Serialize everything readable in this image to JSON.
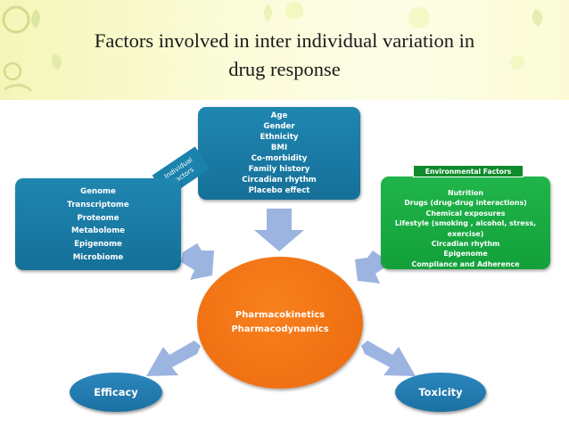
{
  "title_line1": "Factors involved in inter individual variation in",
  "title_line2": "drug response",
  "individual_factors_label": [
    "Individual",
    "Factors"
  ],
  "top_box": [
    "Age",
    "Gender",
    "Ethnicity",
    "BMI",
    "Co-morbidity",
    "Family history",
    "Circadian rhythm",
    "Placebo effect"
  ],
  "left_box": [
    "Genome",
    "Transcriptome",
    "Proteome",
    "Metabolome",
    "Epigenome",
    "Microbiome"
  ],
  "environmental_label": "Environmental Factors",
  "right_box": [
    "Nutrition",
    "Drugs (drug-drug interactions)",
    "Chemical exposures",
    "Lifestyle (smoking , alcohol, stress,",
    "exercise)",
    "Circadian rhythm",
    "Epigenome",
    "Compliance and Adherence"
  ],
  "center": [
    "Pharmacokinetics",
    "Pharmacodynamics"
  ],
  "efficacy": "Efficacy",
  "toxicity": "Toxicity",
  "colors": {
    "blue_box": "#1a7fa8",
    "green_box": "#1aab44",
    "center": "#f0730f",
    "arrow": "#9cb4e0"
  }
}
